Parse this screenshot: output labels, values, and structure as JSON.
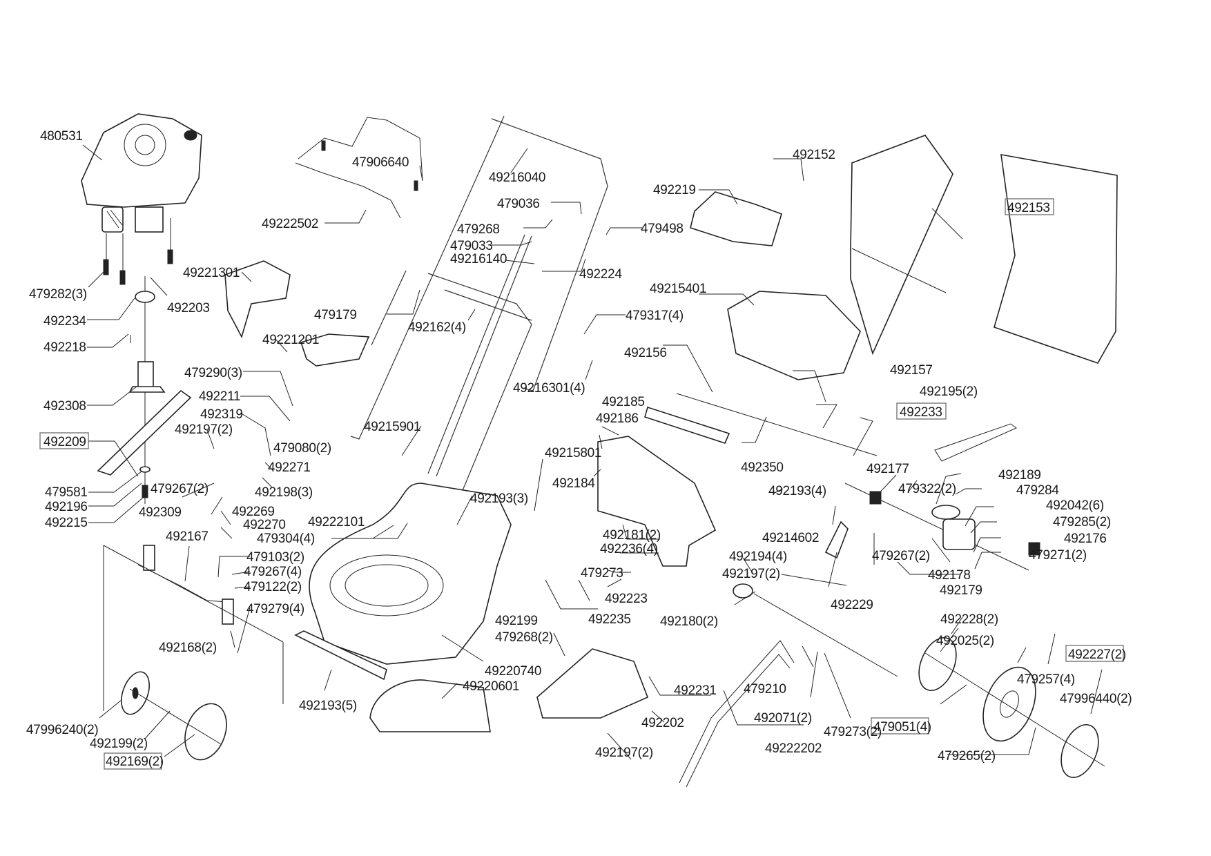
{
  "diagram": {
    "title": "Lawn mower exploded parts view",
    "labels": {
      "engine": "480531",
      "engine_bolts": "479282(3)",
      "key": "492203",
      "pulley_washer": "492234",
      "pin": "492218",
      "blade_adapter": "492308",
      "blade": "492209",
      "blade_washer": "479581",
      "lock_washer": "492196",
      "blade_bolt": "492215",
      "rear_flap_cover": "49221301",
      "side_cover": "49221201",
      "bolt_479290": "479290(3)",
      "rod_492211": "492211",
      "bracket_492319": "492319",
      "spring_492197a": "492197(2)",
      "knob_479080": "479080(2)",
      "nut_479267a": "479267(2)",
      "bracket_492271": "492271",
      "screw_492198": "492198(3)",
      "bracket_492309": "492309",
      "bolt_492269": "492269",
      "plate_492270": "492270",
      "bumper_bar": "49222502",
      "control_bail": "47906640",
      "upper_handle": "49216040",
      "clip_479036": "479036",
      "nut_479268": "479268",
      "cable_479033": "479033",
      "lower_handle": "49216140",
      "cable_492224": "492224",
      "clamp_479498": "479498",
      "cable_guide_479179": "479179",
      "knob_492162": "492162(4)",
      "nut_479317": "479317(4)",
      "lever_49216301": "49216301(4)",
      "handle_bracket_49215901": "49215901",
      "bracket_49222101": "49222101",
      "washer_479304": "479304(4)",
      "screw_492193_3": "492193(3)",
      "rear_axle_492167": "492167",
      "screw_479103": "479103(2)",
      "nut_479267b": "479267(4)",
      "clip_479122": "479122(2)",
      "bolt_479279": "479279(4)",
      "height_bracket_492168": "492168(2)",
      "hubcap_front": "47996240(2)",
      "washer_492199a": "492199(2)",
      "front_wheel": "492169(2)",
      "screw_492193_5": "492193(5)",
      "deck": "49220740",
      "deck_front_cover": "49220601",
      "rear_guard_bracket_49215801": "49215801",
      "chute_492184": "492184",
      "flap_492185": "492185",
      "plate_492186": "492186",
      "spring_492156": "492156",
      "rod_492350": "492350",
      "plate_492181": "492181(2)",
      "screw_492236": "492236(4)",
      "nut_479273": "479273",
      "spring_492223": "492223",
      "washer_492199b": "492199",
      "spring_492235": "492235",
      "nut_479268b": "479268(2)",
      "footrest_492231": "492231",
      "screw_492202": "492202",
      "spring_492197b": "492197(2)",
      "grass_bag_frame": "492152",
      "grass_bag": "492153",
      "top_cover_492219": "492219",
      "rear_cover_49215401": "49215401",
      "spring_492157": "492157",
      "clip_492195": "492195(2)",
      "belt_492233": "492233",
      "pinion_492177": "492177",
      "screw_479322": "479322(2)",
      "pulley_492189": "492189",
      "bolt_479284": "479284",
      "washer_492042": "492042(6)",
      "screw_479285": "479285(2)",
      "pinion_492176": "492176",
      "gearbox_492178": "492178",
      "clip_492179": "492179",
      "washer_479271": "479271(2)",
      "screw_492193_4": "492193(4)",
      "drive_pedal_49214602": "49214602",
      "nut_479267c": "479267(2)",
      "screw_492194": "492194(4)",
      "spring_492197c": "492197(2)",
      "bushing_492180": "492180(2)",
      "rear_axle_492229": "492229",
      "rear_rim_492228": "492228(2)",
      "washer_492025": "492025(2)",
      "rear_wheel_492227": "492227(2)",
      "nut_479257": "479257(4)",
      "hubcap_rear": "47996440(2)",
      "bearing_479051": "479051(4)",
      "clip_479265": "479265(2)",
      "nut_479210": "479210",
      "washer_492071": "492071(2)",
      "nut_479273b": "479273(2)",
      "rear_guard_rod": "49222202"
    }
  }
}
